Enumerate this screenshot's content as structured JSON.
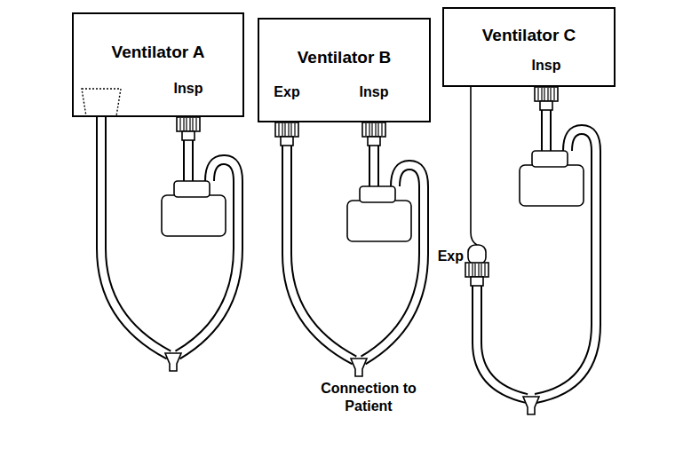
{
  "diagram": {
    "nodes": [
      {
        "text": [
          "Ventilator A"
        ]
      },
      {
        "text": [
          "Ventilator B"
        ]
      },
      {
        "text": [
          "Ventilator C"
        ]
      }
    ],
    "labels": [
      "Insp",
      "Exp",
      "Insp",
      "Insp",
      "Exp",
      "Connection to Patient"
    ]
  }
}
